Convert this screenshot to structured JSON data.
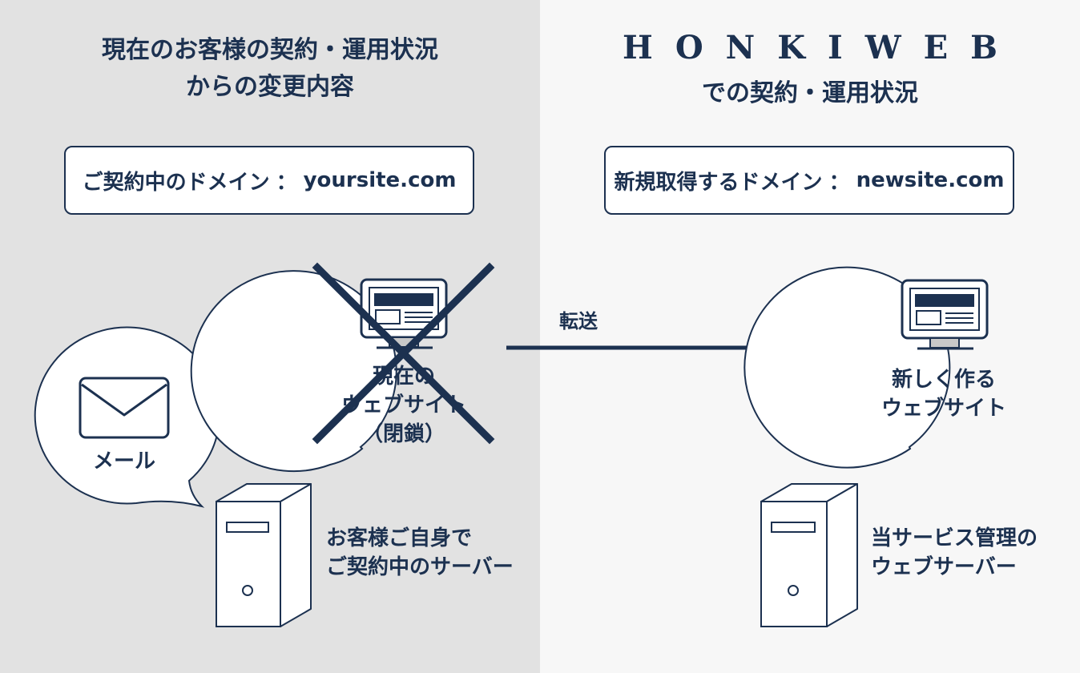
{
  "left": {
    "heading_line1": "現在のお客様の契約・運用状況",
    "heading_line2": "からの変更内容",
    "domain_label": "ご契約中のドメイン",
    "domain_separator": "：",
    "domain_value": "yoursite.com",
    "mail_label": "メール",
    "website_line1": "現在の",
    "website_line2": "ウェブサイト",
    "website_line3": "（閉鎖）",
    "server_line1": "お客様ご自身で",
    "server_line2": "ご契約中のサーバー"
  },
  "right": {
    "brand": "HONKIWEB",
    "heading_line2": "での契約・運用状況",
    "domain_label": "新規取得するドメイン",
    "domain_separator": "：",
    "domain_value": "newsite.com",
    "website_line1": "新しく作る",
    "website_line2": "ウェブサイト",
    "server_line1": "当サービス管理の",
    "server_line2": "ウェブサーバー"
  },
  "arrow": {
    "label": "転送"
  },
  "colors": {
    "navy": "#1c3150",
    "left_bg": "#e2e2e2",
    "right_bg": "#f7f7f7",
    "white": "#ffffff"
  }
}
